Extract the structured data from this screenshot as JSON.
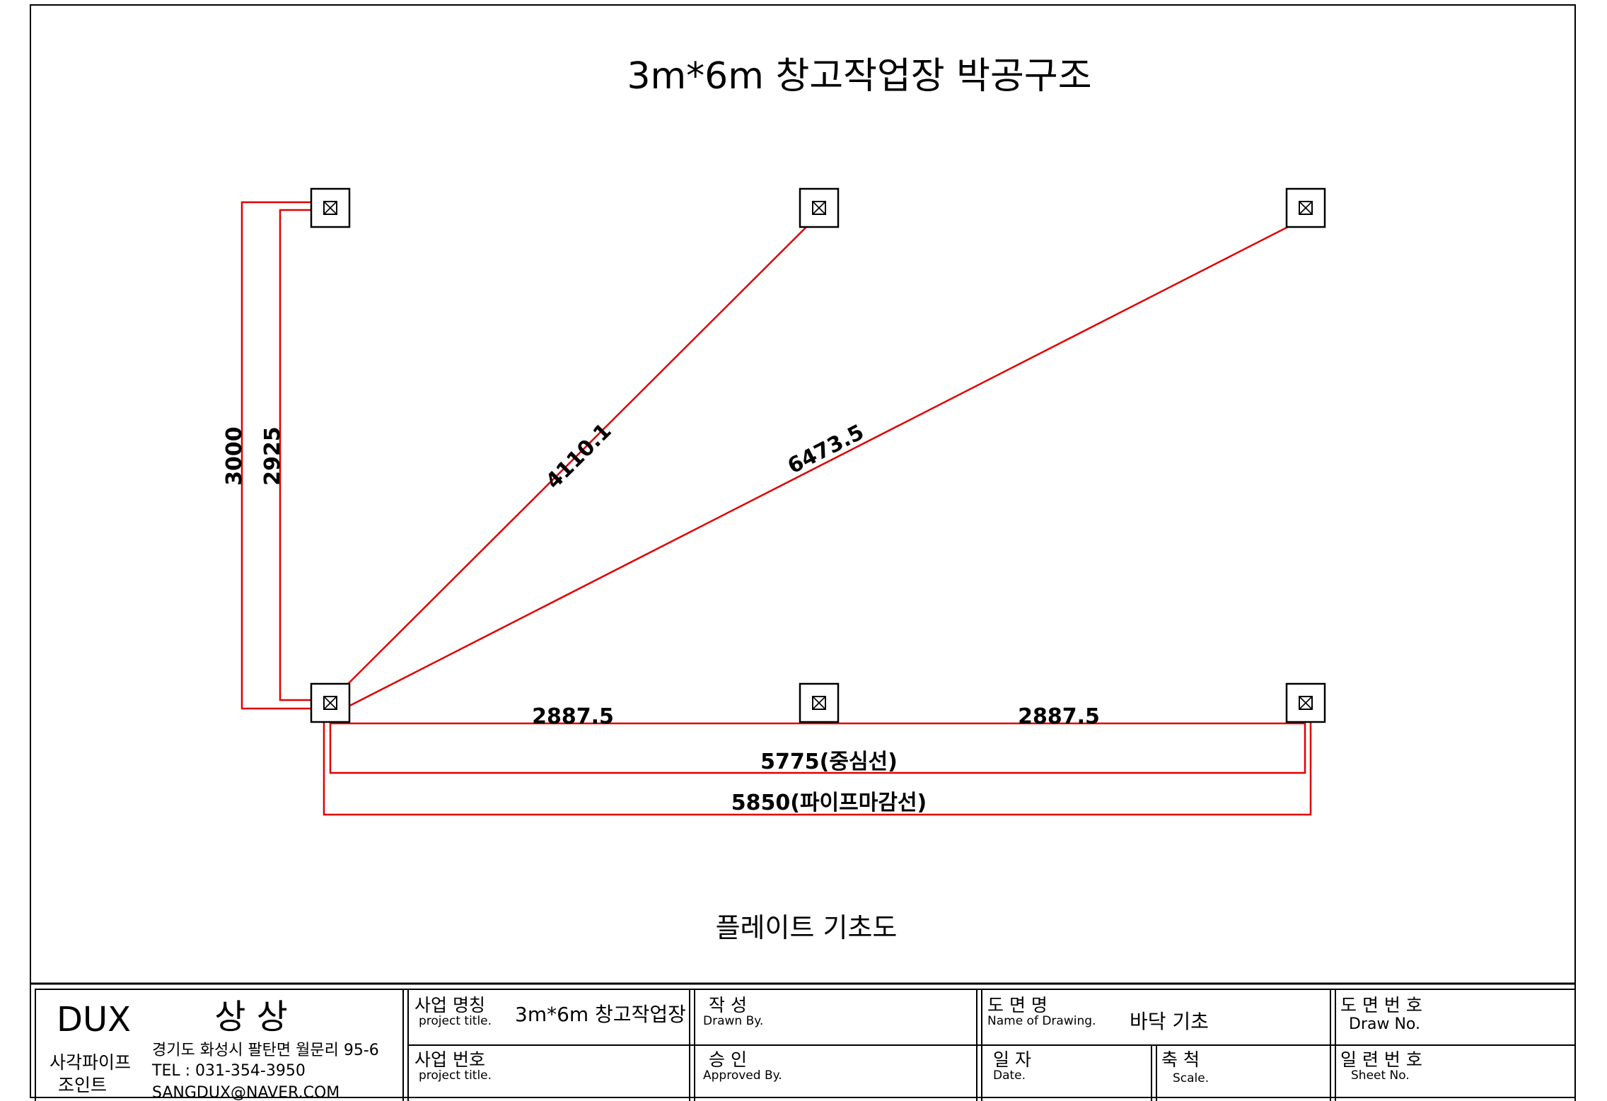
{
  "drawing": {
    "title": "3m*6m 창고작업장 박공구조",
    "subtitle": "플레이트 기초도",
    "line_color": "#e00000",
    "ink_color": "#000000"
  },
  "dimensions": {
    "left_outer": "3000",
    "left_inner": "2925",
    "diagonal_short": "4110.1",
    "diagonal_long": "6473.5",
    "bottom_left": "2887.5",
    "bottom_right": "2887.5",
    "center_line": "5775(중심선)",
    "pipe_line": "5850(파이프마감선)"
  },
  "title_block": {
    "company": {
      "logo": "DUX",
      "name": "상 상",
      "category_line1": "사각파이프",
      "category_line2": "조인트",
      "address": "경기도 화성시 팔탄면 월문리 95-6",
      "tel": "TEL : 031-354-3950",
      "email": "SANGDUX@NAVER.COM"
    },
    "project_name_label": "사업 명칭",
    "project_name_sub": "project title.",
    "project_name_value": "3m*6m 창고작업장",
    "project_no_label": "사업 번호",
    "project_no_sub": "project title.",
    "drawn_label": "작 성",
    "drawn_sub": "Drawn By.",
    "approved_label": "승 인",
    "approved_sub": "Approved By.",
    "drawing_name_label": "도 면 명",
    "drawing_name_sub": "Name of Drawing.",
    "drawing_name_value": "바닥 기초",
    "date_label": "일 자",
    "date_sub": "Date.",
    "scale_label": "축 척",
    "scale_sub": "Scale.",
    "draw_no_label": "도 면 번 호",
    "draw_no_sub": "Draw No.",
    "sheet_no_label": "일 련 번 호",
    "sheet_no_sub": "Sheet No."
  }
}
